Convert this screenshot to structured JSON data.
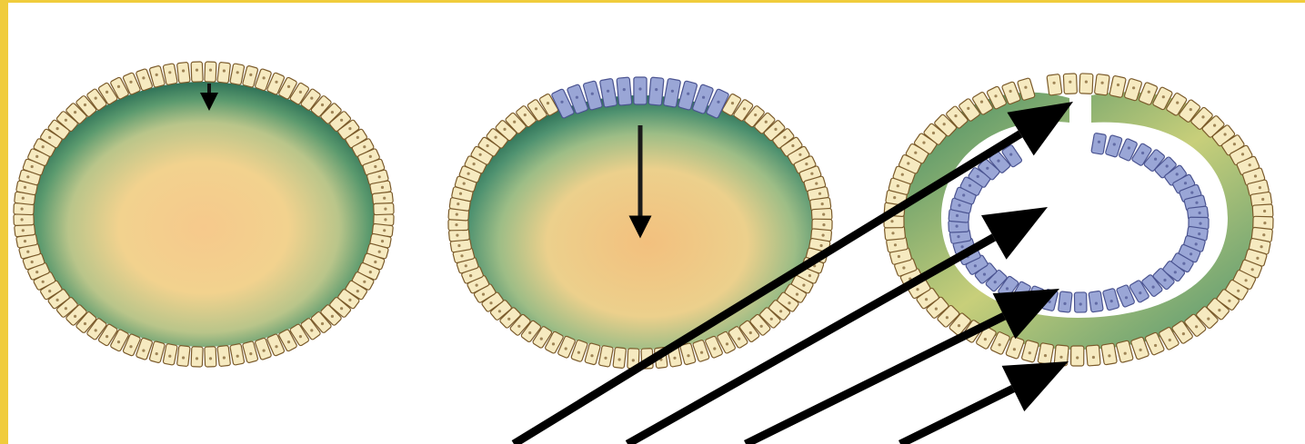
{
  "diagram": {
    "stages": [
      {
        "id": "blastula",
        "icon": "embryo-blastula-illustration"
      },
      {
        "id": "early-gastrula",
        "icon": "embryo-invagination-illustration"
      },
      {
        "id": "late-gastrula",
        "icon": "embryo-gastrula-illustration"
      }
    ],
    "pointer_arrows": {
      "count": 4,
      "labels": []
    },
    "colors": {
      "frame": "#f0cc3c",
      "cell_fill": "#f6eac0",
      "cell_stroke": "#7a5a2a",
      "endoderm_cell_fill": "#9aa6d6",
      "endoderm_cell_stroke": "#4a5390",
      "yolk_center": "#f5c98a",
      "yolk_edge": "#2f7a5a",
      "arrow": "#000000"
    }
  }
}
